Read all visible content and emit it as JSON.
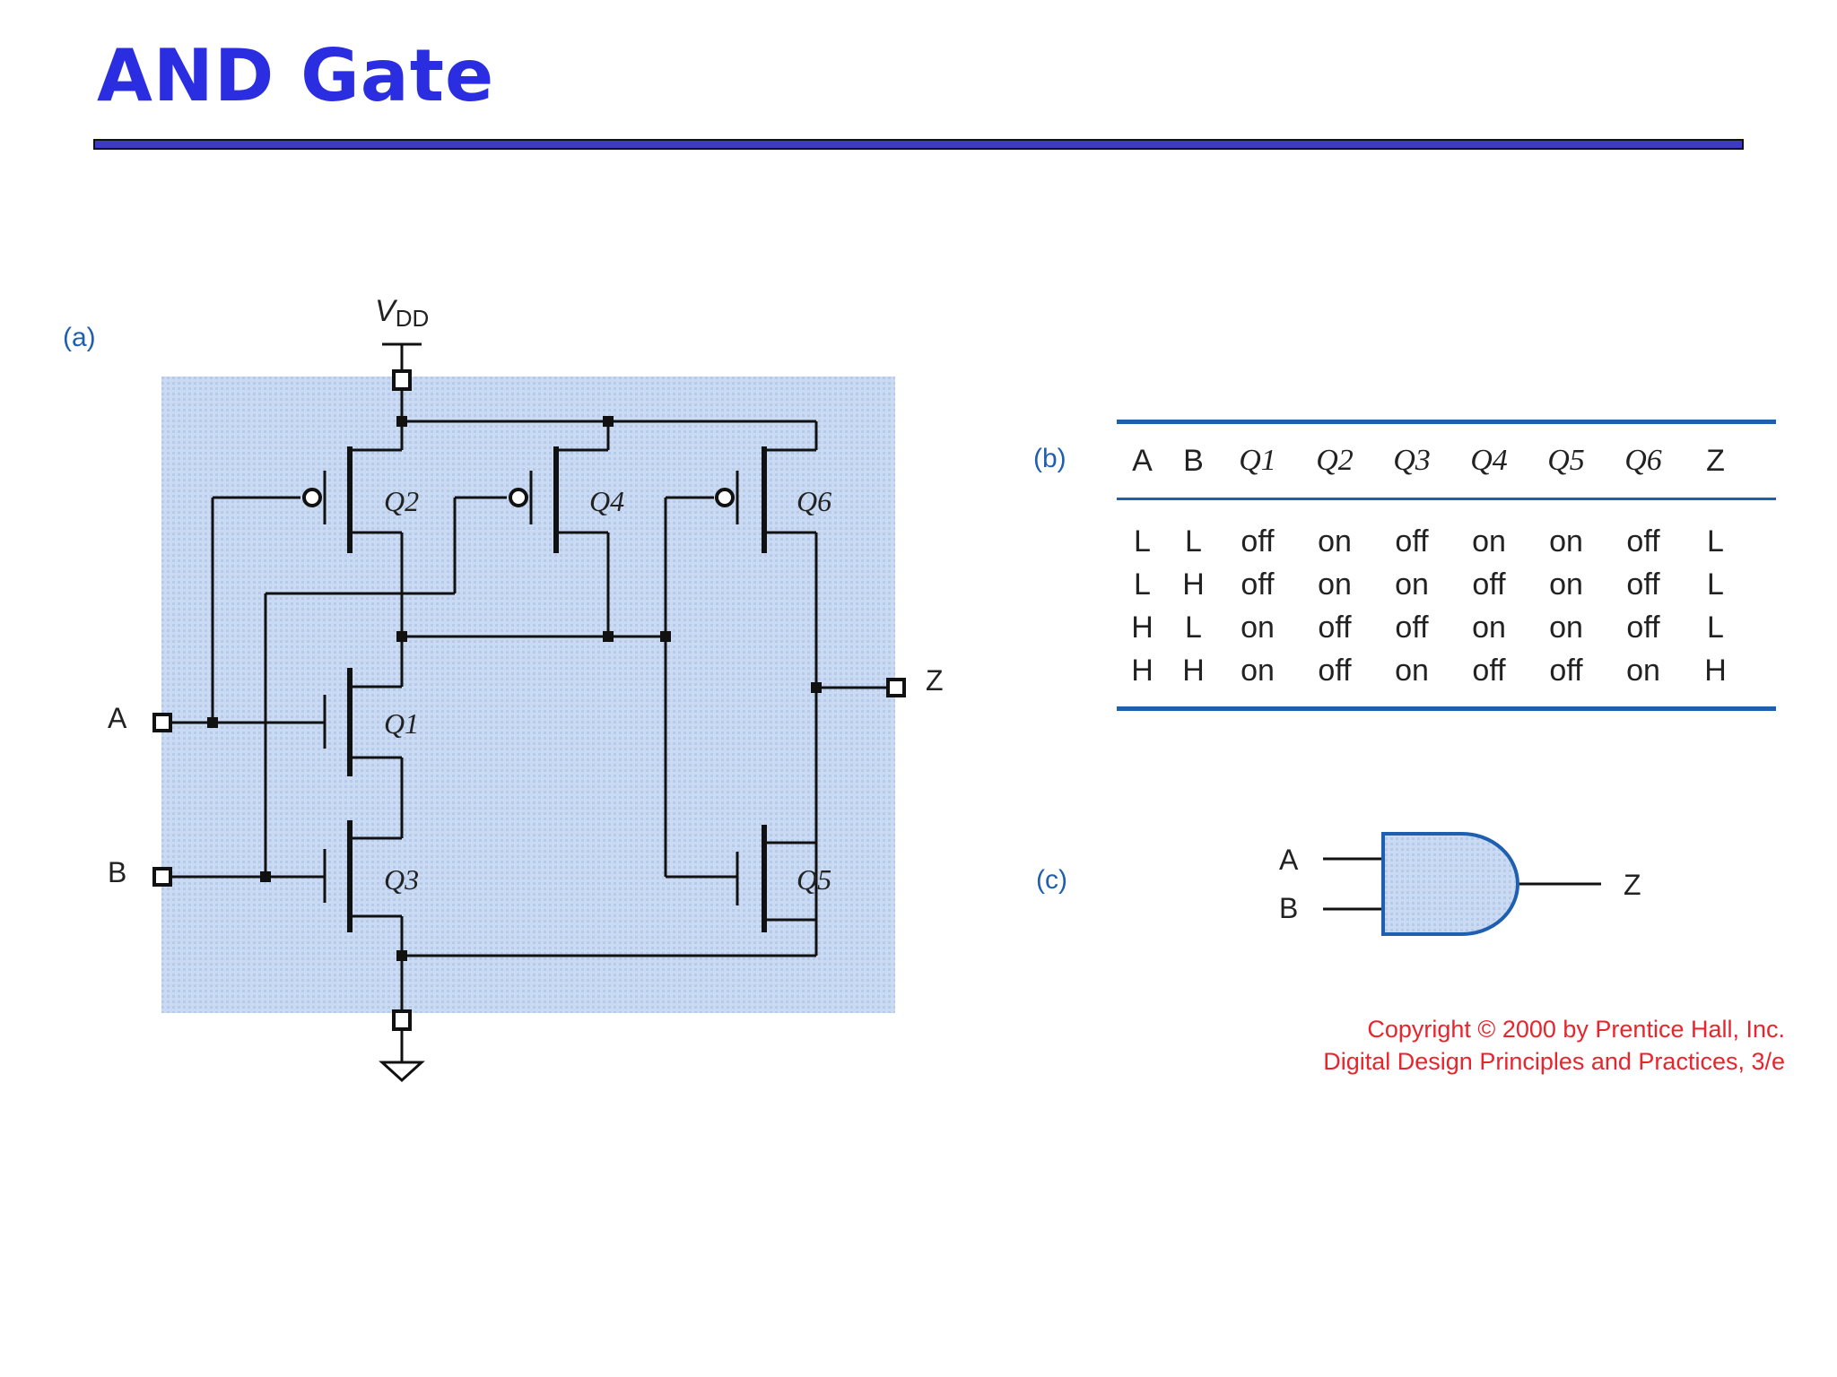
{
  "slide": {
    "title": "AND Gate"
  },
  "panels": {
    "a": "(a)",
    "b": "(b)",
    "c": "(c)"
  },
  "schematic": {
    "supply_label": "V",
    "supply_subscript": "DD",
    "inputs": [
      "A",
      "B"
    ],
    "output": "Z",
    "transistors": [
      "Q1",
      "Q2",
      "Q3",
      "Q4",
      "Q5",
      "Q6"
    ],
    "colors": {
      "background": "#c7d9f1",
      "wire": "#111111"
    }
  },
  "truth_table": {
    "headers": [
      "A",
      "B",
      "Q1",
      "Q2",
      "Q3",
      "Q4",
      "Q5",
      "Q6",
      "Z"
    ],
    "rows": [
      [
        "L",
        "L",
        "off",
        "on",
        "off",
        "on",
        "on",
        "off",
        "L"
      ],
      [
        "L",
        "H",
        "off",
        "on",
        "on",
        "off",
        "on",
        "off",
        "L"
      ],
      [
        "H",
        "L",
        "on",
        "off",
        "off",
        "on",
        "on",
        "off",
        "L"
      ],
      [
        "H",
        "H",
        "on",
        "off",
        "on",
        "off",
        "off",
        "on",
        "H"
      ]
    ],
    "colors": {
      "rule": "#1f5fb0"
    }
  },
  "gate_symbol": {
    "inputs": [
      "A",
      "B"
    ],
    "output": "Z",
    "fill": "#c7d9f1",
    "stroke": "#1f5fb0"
  },
  "copyright": [
    "Copyright © 2000 by  Prentice Hall, Inc.",
    "Digital Design Principles and Practices, 3/e"
  ]
}
